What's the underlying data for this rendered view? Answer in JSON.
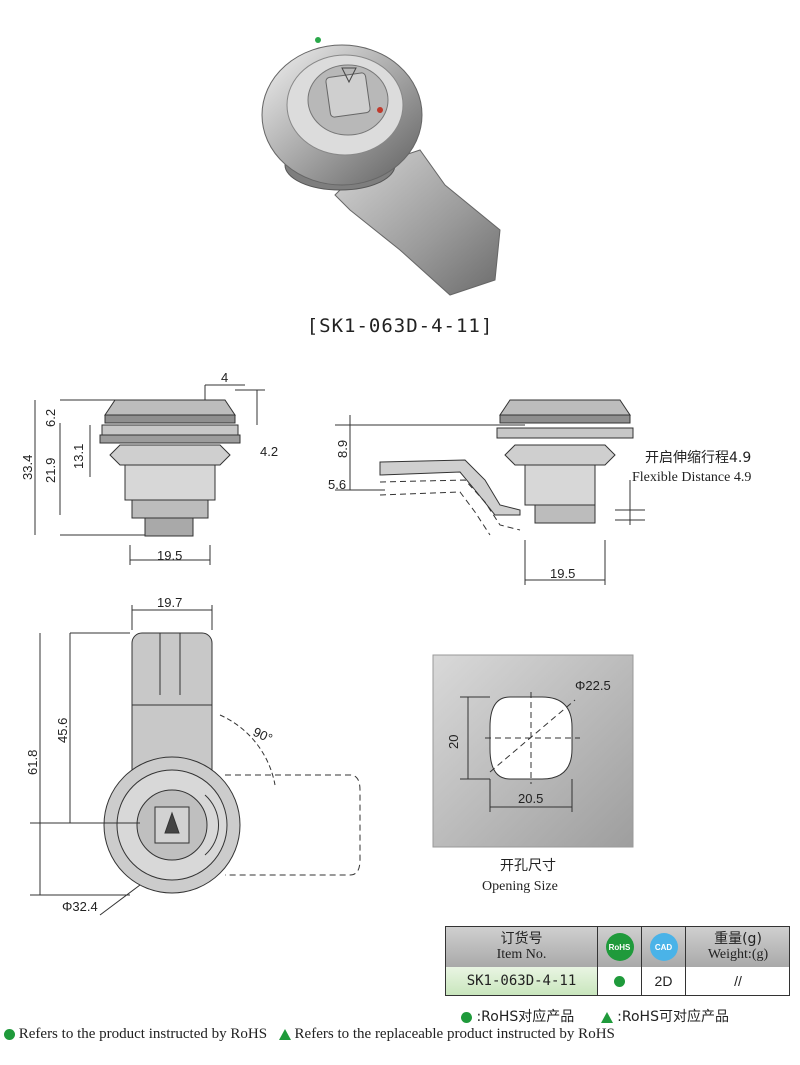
{
  "product_title": "[SK1-063D-4-11]",
  "front_view": {
    "dim_4": "4",
    "dim_6_2": "6.2",
    "dim_4_2": "4.2",
    "dim_33_4": "33.4",
    "dim_21_9": "21.9",
    "dim_13_1": "13.1",
    "dim_19_5": "19.5"
  },
  "side_view": {
    "dim_8_9": "8.9",
    "dim_5_6": "5.6",
    "dim_19_5": "19.5",
    "flex_cn": "开启伸缩行程4.9",
    "flex_en": "Flexible Distance 4.9"
  },
  "bottom_view": {
    "dim_19_7": "19.7",
    "dim_45_6": "45.6",
    "dim_61_8": "61.8",
    "angle": "90°",
    "diameter": "Φ32.4"
  },
  "opening": {
    "diameter": "Φ22.5",
    "height": "20",
    "width": "20.5",
    "label_cn": "开孔尺寸",
    "label_en": "Opening Size"
  },
  "table": {
    "item_cn": "订货号",
    "item_en": "Item No.",
    "rohs_badge": "RoHS",
    "cad_badge": "CAD",
    "weight_cn": "重量(g)",
    "weight_en": "Weight:(g)",
    "item_value": "SK1-063D-4-11",
    "cad_value": "2D",
    "weight_value": "//"
  },
  "legend": {
    "rohs_cn": ":RoHS对应产品",
    "replaceable_cn": ":RoHS可对应产品"
  },
  "footer": {
    "rohs_en": "Refers to the product instructed by RoHS",
    "replaceable_en": "Refers to the replaceable product instructed by RoHS"
  },
  "colors": {
    "rohs_green": "#1f9a3b",
    "cad_blue": "#4ab3e8",
    "metal": "#b9b9b9"
  }
}
